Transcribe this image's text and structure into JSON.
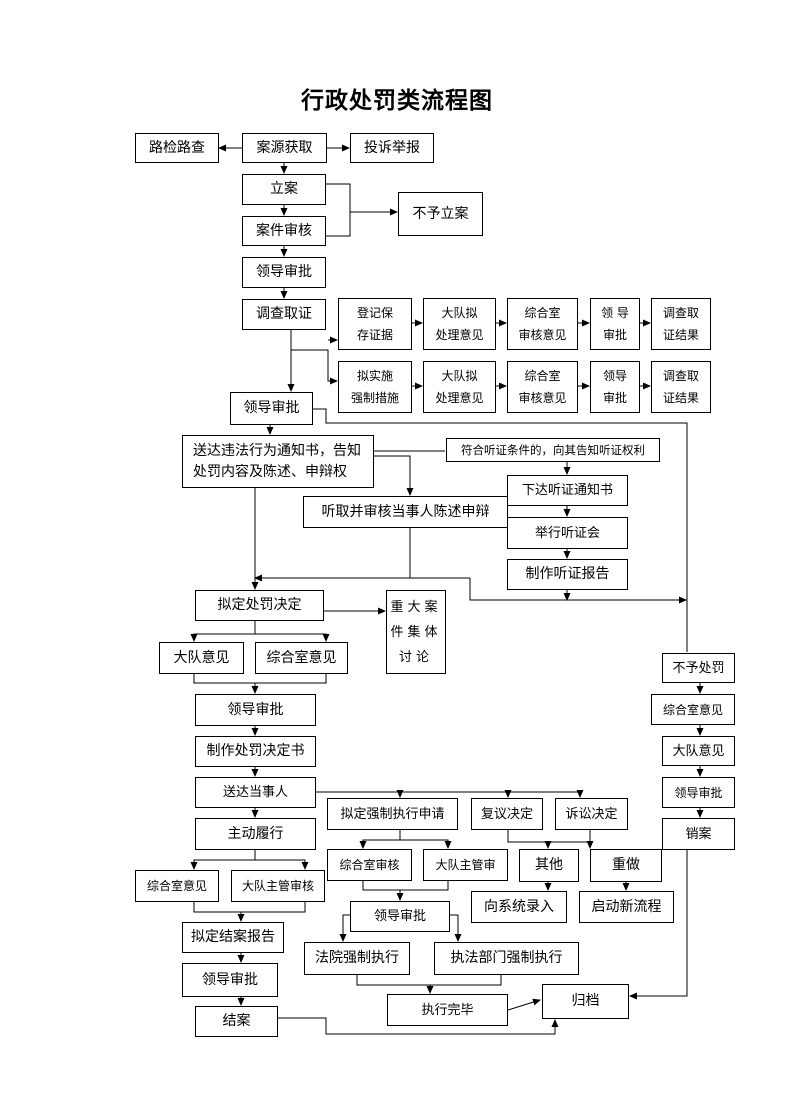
{
  "title": "行政处罚类流程图",
  "nodes": {
    "road_check": "路检路查",
    "case_source": "案源获取",
    "complaint": "投诉举报",
    "file_case": "立案",
    "case_review": "案件审核",
    "not_file": "不予立案",
    "leader_approve_1": "领导审批",
    "investigate": "调查取证",
    "register_evidence": "登记保\n存证据",
    "brigade_opinion_1": "大队拟\n处理意见",
    "office_review_1": "综合室\n审核意见",
    "leader_approve_2": "领 导\n审批",
    "result_1": "调查取\n证结果",
    "coercive_measure": "拟实施\n强制措施",
    "brigade_opinion_2": "大队拟\n处理意见",
    "office_review_2": "综合室\n审核意见",
    "leader_approve_3": "领导\n审批",
    "result_2": "调查取\n证结果",
    "leader_approve_4": "领导审批",
    "notice": "送达违法行为通知书，告知\n处罚内容及陈述、申辩权",
    "hearing_right": "符合听证条件的，向其告知听证权利",
    "listen_statement": "听取并审核当事人陈述申辩",
    "hearing_notice": "下达听证通知书",
    "hold_hearing": "举行听证会",
    "hearing_report": "制作听证报告",
    "draft_decision": "拟定处罚决定",
    "collective": "重大案\n件集体\n讨论",
    "brigade_opinion_3": "大队意见",
    "office_opinion_3": "综合室意见",
    "leader_approve_5": "领导审批",
    "make_decision": "制作处罚决定书",
    "deliver": "送达当事人",
    "comply": "主动履行",
    "office_opinion_4": "综合室意见",
    "brigade_head_review": "大队主管审核",
    "draft_close_report": "拟定结案报告",
    "leader_approve_6": "领导审批",
    "close_case": "结案",
    "apply_enforcement": "拟定强制执行申请",
    "office_review_5": "综合室审核",
    "brigade_head_review_2": "大队主管审",
    "leader_approve_7": "领导审批",
    "court_enforce": "法院强制执行",
    "dept_enforce": "执法部门强制执行",
    "enforce_done": "执行完毕",
    "archive": "归档",
    "review_decision": "复议决定",
    "litigation_decision": "诉讼决定",
    "other": "其他",
    "redo": "重做",
    "system_entry": "向系统录入",
    "new_process": "启动新流程",
    "no_penalty": "不予处罚",
    "office_opinion_6": "综合室意见",
    "brigade_opinion_6": "大队意见",
    "leader_approve_8": "领导审批",
    "cancel_case": "销案"
  }
}
